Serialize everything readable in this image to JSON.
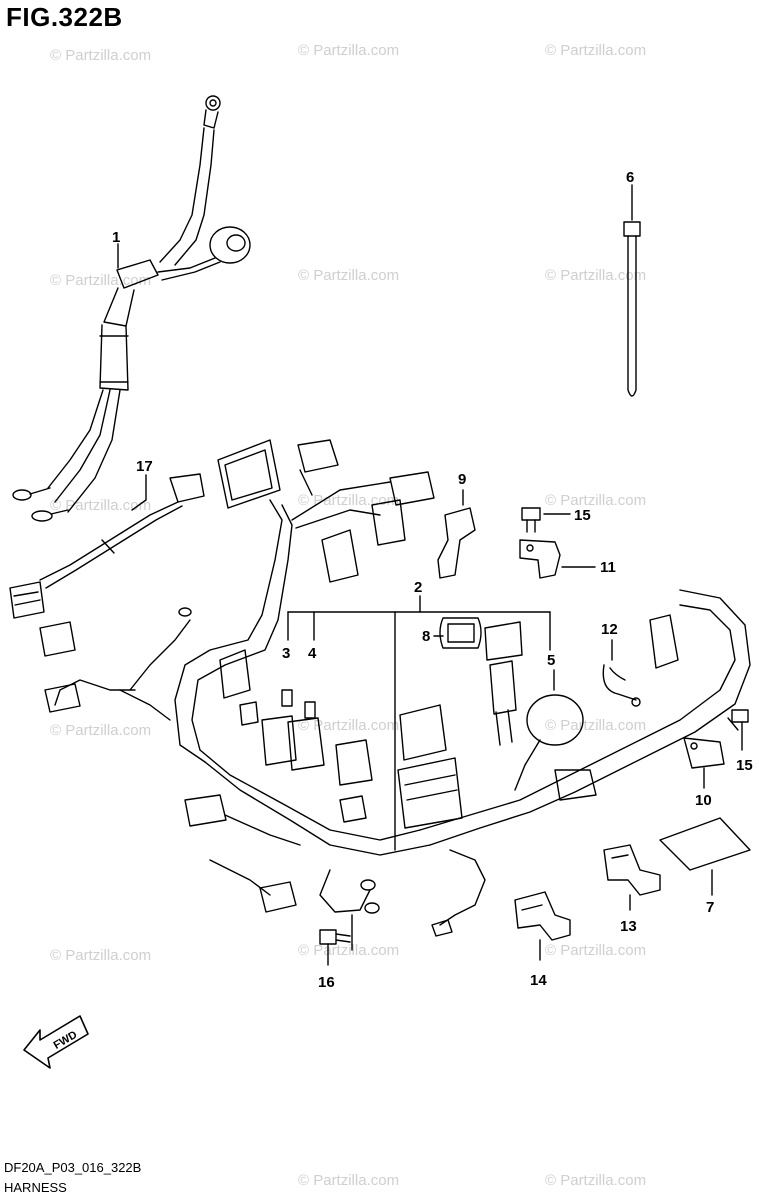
{
  "figure": {
    "title": "FIG.322B"
  },
  "footer": {
    "code": "DF20A_P03_016_322B",
    "caption": "HARNESS"
  },
  "watermark": "© Partzilla.com",
  "direction_marker": "FWD",
  "callouts": {
    "c1": "1",
    "c2": "2",
    "c3": "3",
    "c4": "4",
    "c5": "5",
    "c6": "6",
    "c7": "7",
    "c8": "8",
    "c9": "9",
    "c10": "10",
    "c11": "11",
    "c12": "12",
    "c13": "13",
    "c14": "14",
    "c15a": "15",
    "c15b": "15",
    "c16": "16",
    "c17": "17"
  }
}
